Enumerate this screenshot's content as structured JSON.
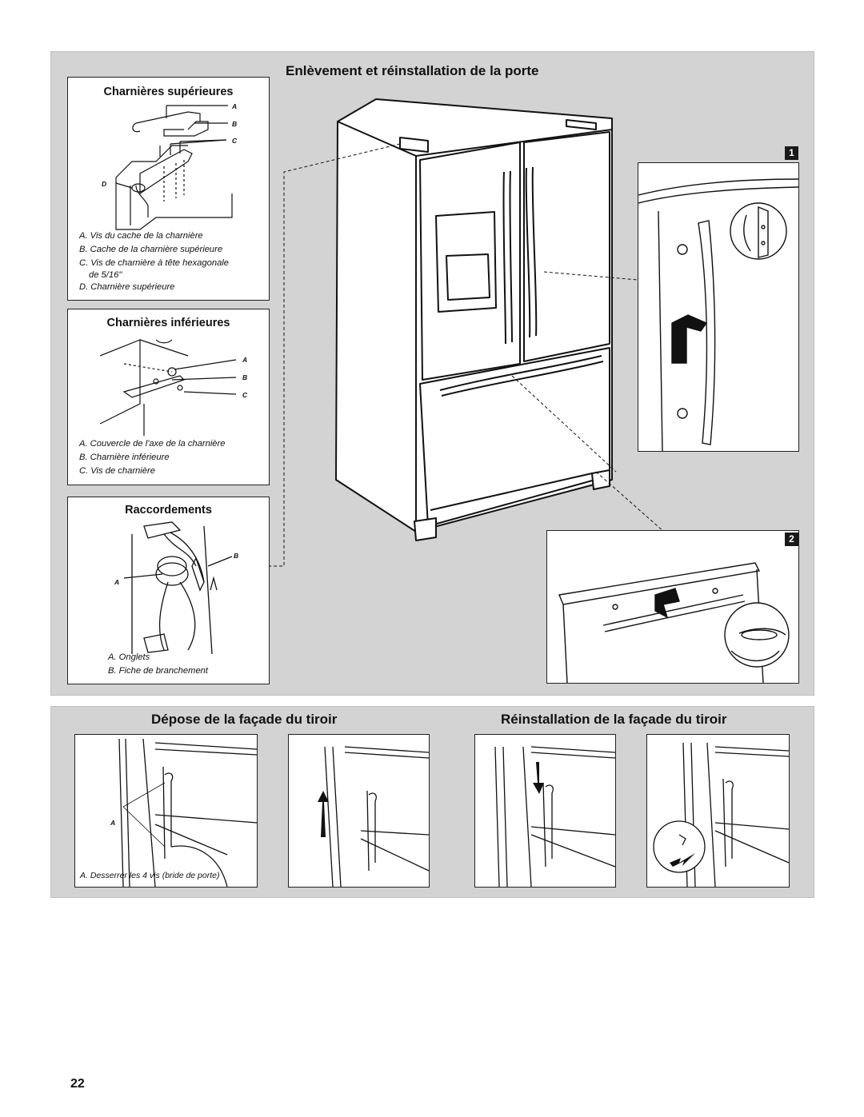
{
  "door_section": {
    "title": "Enlèvement et réinstallation de la porte",
    "top_hinges": {
      "title": "Charnières supérieures",
      "callouts": [
        "A",
        "B",
        "C",
        "D"
      ],
      "legend": [
        "A. Vis du cache de la charnière",
        "B. Cache de la charnière supérieure",
        "C. Vis de charnière à tête hexagonale",
        "de 5/16\"",
        "D. Charnière supérieure"
      ]
    },
    "bottom_hinges": {
      "title": "Charnières inférieures",
      "callouts": [
        "A",
        "B",
        "C"
      ],
      "legend": [
        "A. Couvercle de l'axe de la charnière",
        "B. Charnière inférieure",
        "C. Vis de charnière"
      ]
    },
    "connections": {
      "title": "Raccordements",
      "callouts": [
        "A",
        "B"
      ],
      "legend": [
        "A. Onglets",
        "B. Fiche de branchement"
      ]
    },
    "steps": [
      "1",
      "2"
    ]
  },
  "drawer_removal": {
    "title": "Dépose de la façade du tiroir",
    "callout": "A",
    "legend": "A. Desserrer les 4 vis (bride de porte)"
  },
  "drawer_reinstall": {
    "title": "Réinstallation de la façade du tiroir"
  },
  "page_number": "22",
  "colors": {
    "panel": "#d3d3d4",
    "ink": "#111111",
    "box": "#ffffff"
  }
}
